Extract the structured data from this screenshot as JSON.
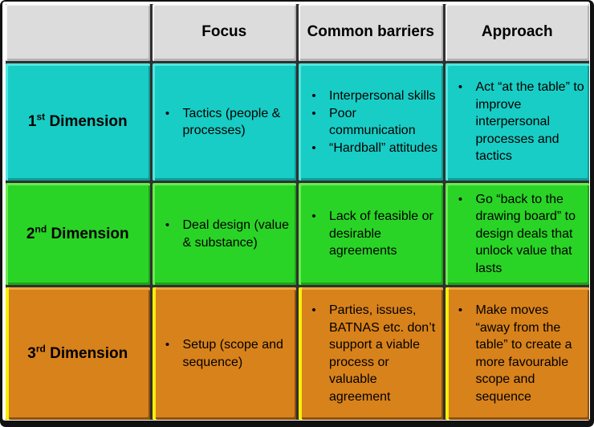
{
  "table": {
    "title_semantic": "3-D negotiation dimensions matrix",
    "headers": {
      "dimension": "",
      "focus": "Focus",
      "barriers": "Common barriers",
      "approach": "Approach"
    },
    "bullet_char": "•",
    "rows": [
      {
        "dim": {
          "num": "1",
          "sup": "st",
          "word": "Dimension"
        },
        "color": "#18cdc5",
        "focus": [
          "Tactics (people & processes)"
        ],
        "barriers": [
          "Interpersonal skills",
          "Poor communication",
          "“Hardball” attitudes"
        ],
        "approach": [
          "Act “at the table” to improve interpersonal processes and tactics"
        ]
      },
      {
        "dim": {
          "num": "2",
          "sup": "nd",
          "word": "Dimension"
        },
        "color": "#2ad426",
        "focus": [
          "Deal design (value & substance)"
        ],
        "barriers": [
          "Lack of feasible or desirable agreements"
        ],
        "approach": [
          "Go “back to the drawing board” to design deals that unlock value that lasts"
        ]
      },
      {
        "dim": {
          "num": "3",
          "sup": "rd",
          "word": "Dimension"
        },
        "color": "#d8821b",
        "focus": [
          "Setup (scope and sequence)"
        ],
        "barriers": [
          "Parties, issues, BATNAS etc. don’t support a viable process or valuable agreement"
        ],
        "approach": [
          "Make moves “away from the table” to create a more favourable scope and sequence"
        ]
      }
    ]
  },
  "colors": {
    "header_bg": "#dcdcdc",
    "row1_bg": "#18cdc5",
    "row2_bg": "#2ad426",
    "row3_bg": "#d8821b",
    "row3_left_edge_highlight": "#f6ee0a",
    "frame": "#111111",
    "gap_lines": "#303030",
    "text": "#000000"
  }
}
